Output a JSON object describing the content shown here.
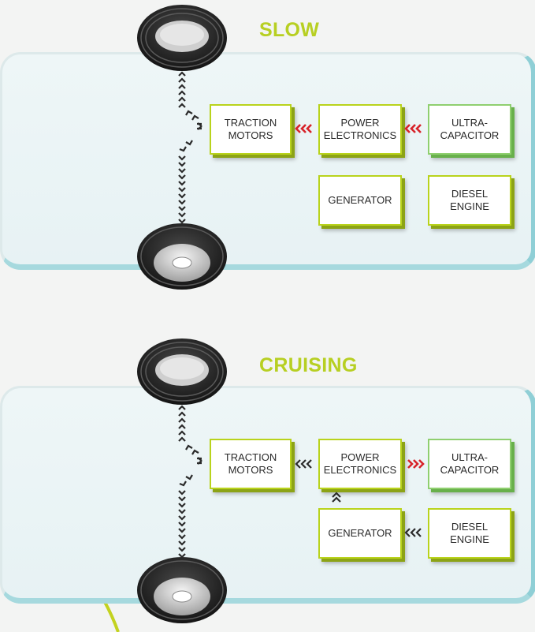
{
  "modes": [
    {
      "title": "SLOW",
      "traction": "TRACTION\nMOTORS",
      "power": "POWER\nELECTRONICS",
      "ultra": "ULTRA-\nCAPACITOR",
      "generator": "GENERATOR",
      "diesel": "DIESEL\nENGINE"
    },
    {
      "title": "CRUISING",
      "traction": "TRACTION\nMOTORS",
      "power": "POWER\nELECTRONICS",
      "ultra": "ULTRA-\nCAPACITOR",
      "generator": "GENERATOR",
      "diesel": "DIESEL\nENGINE"
    }
  ],
  "colors": {
    "accent": "#b7cf22",
    "panel_border": "#8fcfd6",
    "flow_red": "#d8232a",
    "flow_dark": "#2b2b2b"
  },
  "icons": [
    "wheel-icon",
    "chevron-arrow-icon"
  ]
}
